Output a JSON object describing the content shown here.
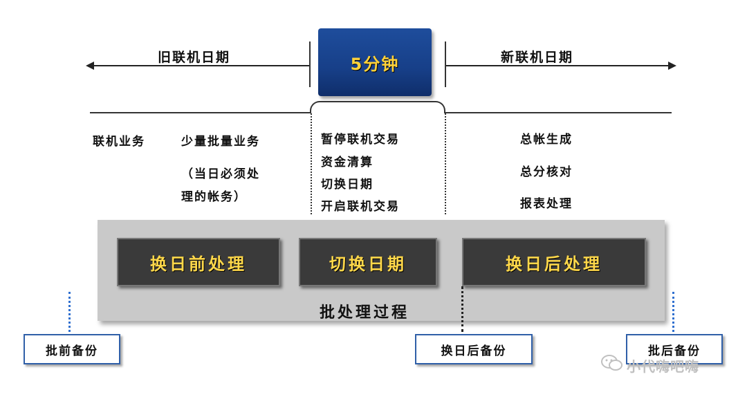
{
  "timeline": {
    "old_date": "旧联机日期",
    "new_date": "新联机日期",
    "window": "5分钟"
  },
  "left_column": {
    "online_business": "联机业务",
    "batch_business": "少量批量业务",
    "note_line1": "（当日必须处",
    "note_line2": "理的帐务）"
  },
  "middle_column": {
    "items": [
      "暂停联机交易",
      "资金清算",
      "切换日期",
      "开启联机交易"
    ]
  },
  "right_column": {
    "items": [
      "总帐生成",
      "总分核对",
      "报表处理"
    ]
  },
  "batch_process": {
    "title": "批处理过程",
    "steps": [
      "换日前处理",
      "切换日期",
      "换日后处理"
    ]
  },
  "backups": {
    "before": "批前备份",
    "after_switch": "换日后备份",
    "after": "批后备份"
  },
  "watermark": "小代嗨吧嗨",
  "colors": {
    "five_box_bg": "#173f88",
    "five_box_text": "#ffd23a",
    "step_bg": "#3a3a3a",
    "step_text": "#ffd84a",
    "panel_bg": "#c9c9c9",
    "backup_border": "#2f5fa8"
  }
}
